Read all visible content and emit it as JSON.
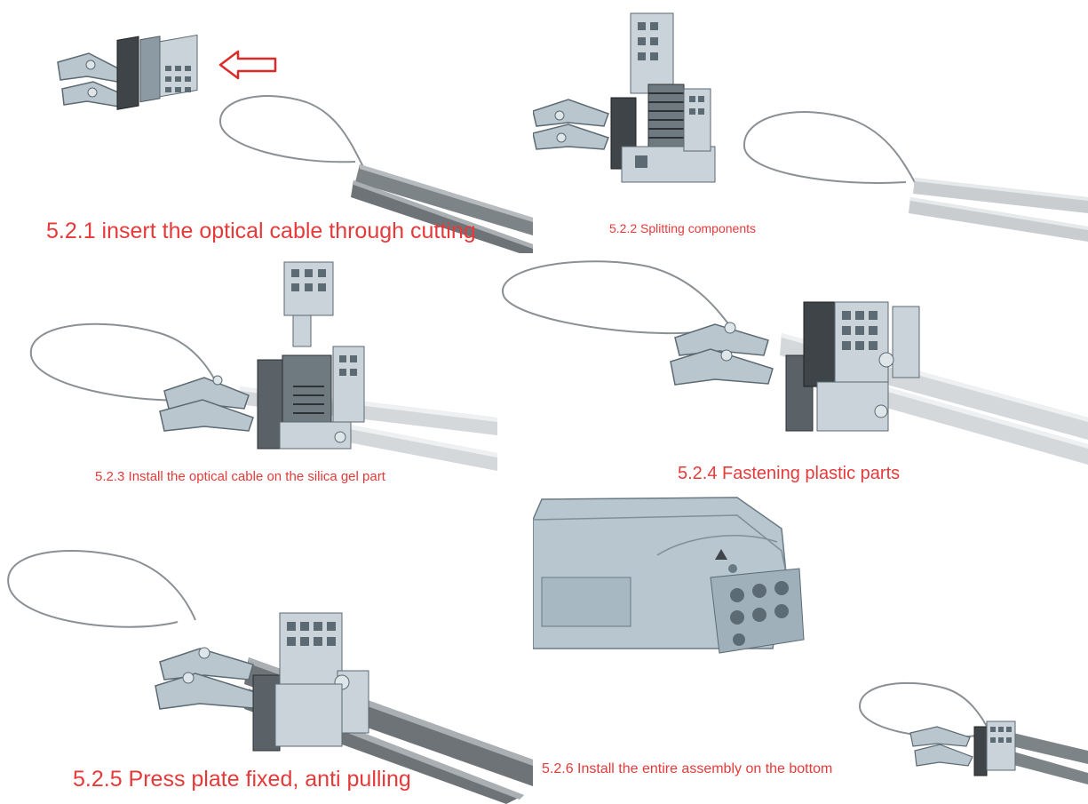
{
  "colors": {
    "caption": "#e63a3a",
    "arrow": "#e02a2a",
    "part_light": "#c9d3d9",
    "part_mid": "#9fb0bb",
    "part_dark": "#5c6a73",
    "rubber": "#3f4449",
    "cable_light": "#dfe2e4",
    "cable_dark": "#7d8488",
    "wire": "#8a9094",
    "enclosure": "#b7c6cf"
  },
  "steps": [
    {
      "caption": "5.2.1 insert the optical cable through cutting"
    },
    {
      "caption": "5.2.2 Splitting components"
    },
    {
      "caption": "5.2.3 Install the optical cable on the silica gel part"
    },
    {
      "caption": "5.2.4 Fastening plastic parts"
    },
    {
      "caption": "5.2.5 Press plate fixed, anti pulling"
    },
    {
      "caption": "5.2.6 Install the entire assembly on the bottom"
    }
  ],
  "icons": {
    "direction_arrow": "left-arrow-outline-icon"
  }
}
